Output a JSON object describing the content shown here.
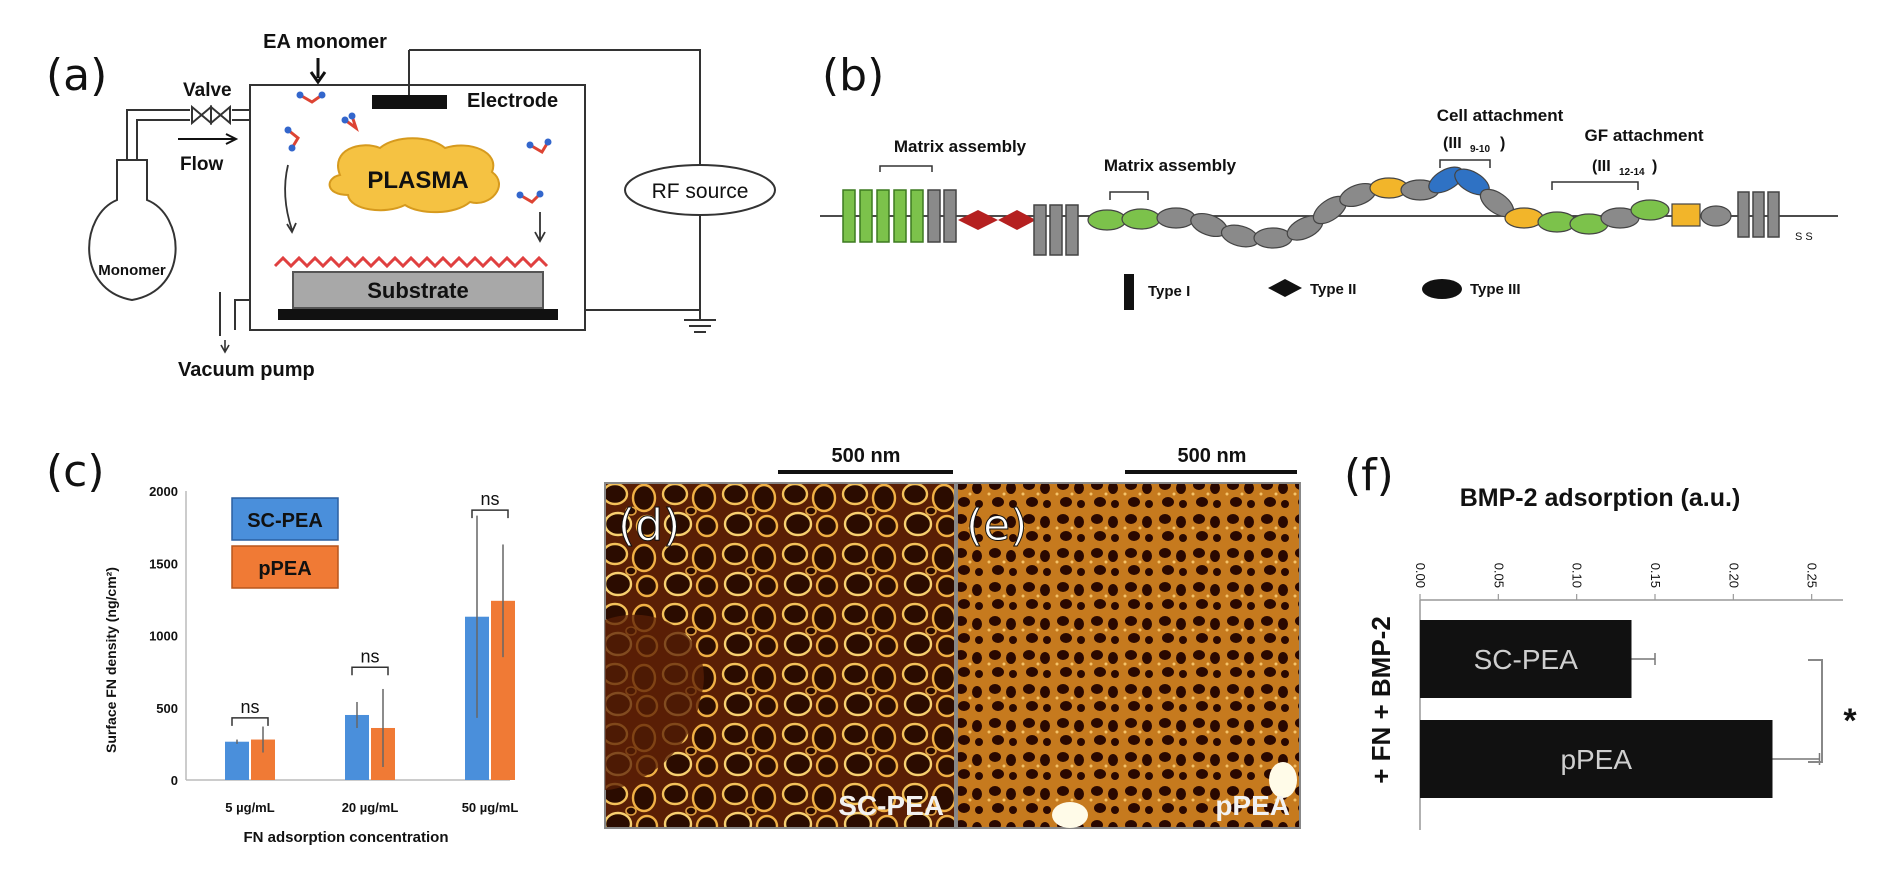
{
  "panels": {
    "a": {
      "label": "(a)",
      "texts": {
        "monomer_in": "EA monomer",
        "valve": "Valve",
        "flow": "Flow",
        "electrode": "Electrode",
        "plasma": "PLASMA",
        "rf": "RF source",
        "flask": "Monomer",
        "substrate": "Substrate",
        "pump": "Vacuum pump"
      }
    },
    "b": {
      "label": "(b)",
      "texts": {
        "matrix1": "Matrix assembly",
        "matrix2": "Matrix assembly",
        "cell": "Cell attachment",
        "cell_sub": "(III",
        "cell_sub_idx": "9-10",
        "gf": "GF attachment",
        "gf_sub": "(III",
        "gf_sub_idx": "12-14",
        "ss": "S S",
        "legend_type1": "Type I",
        "legend_type2": "Type II",
        "legend_type3": "Type III"
      }
    },
    "c": {
      "label": "(c)",
      "ylabel": "Surface FN density (ng/cm²)",
      "xlabel": "FN adsorption concentration",
      "sig": "ns",
      "legend_sc": "SC-PEA",
      "legend_p": "pPEA"
    },
    "d": {
      "label": "(d)",
      "scalebar": "500 nm",
      "caption": "SC-PEA"
    },
    "e": {
      "label": "(e)",
      "scalebar": "500 nm",
      "caption": "pPEA"
    },
    "f": {
      "label": "(f)",
      "title": "BMP-2 adsorption (a.u.)",
      "side_label": "+ FN + BMP-2",
      "sig": "*"
    }
  },
  "chart_data": [
    {
      "type": "bar",
      "panel": "c",
      "ylabel": "Surface FN density (ng/cm²)",
      "xlabel": "FN adsorption concentration",
      "categories": [
        "5 µg/mL",
        "20 µg/mL",
        "50 µg/mL"
      ],
      "ylim": [
        0,
        2000
      ],
      "yticks": [
        0,
        500,
        1000,
        1500,
        2000
      ],
      "series": [
        {
          "name": "SC-PEA",
          "color": "#4a8fdb",
          "values": [
            265,
            450,
            1130
          ],
          "errors": [
            15,
            90,
            700
          ]
        },
        {
          "name": "pPEA",
          "color": "#f07a35",
          "values": [
            280,
            360,
            1240
          ],
          "errors": [
            90,
            270,
            390
          ]
        }
      ],
      "annotations": [
        "ns",
        "ns",
        "ns"
      ]
    },
    {
      "type": "bar",
      "panel": "f",
      "orientation": "horizontal",
      "title": "BMP-2 adsorption (a.u.)",
      "categories": [
        "SC-PEA",
        "pPEA"
      ],
      "values": [
        0.135,
        0.225
      ],
      "errors": [
        0.015,
        0.03
      ],
      "xlim": [
        0,
        0.27
      ],
      "xticks": [
        "0.00",
        "0.05",
        "0.10",
        "0.15",
        "0.20",
        "0.25"
      ],
      "color": "#111111",
      "significance": "*"
    }
  ]
}
